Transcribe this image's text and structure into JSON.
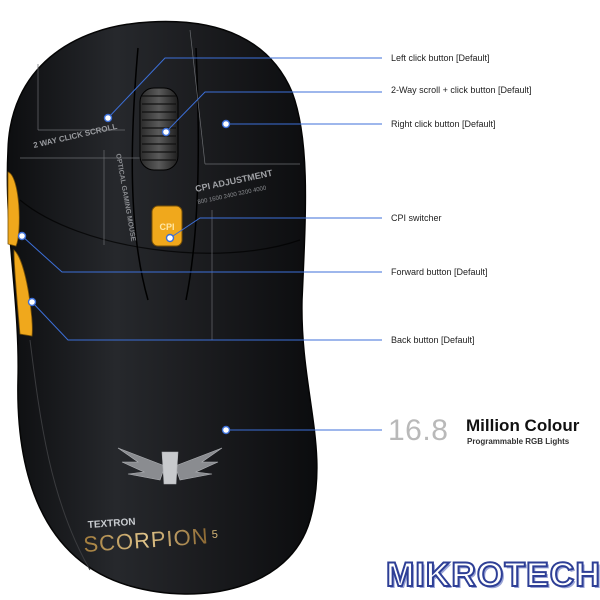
{
  "callouts": [
    {
      "id": "left-click",
      "label": "Left click button [Default]"
    },
    {
      "id": "scroll",
      "label": "2-Way scroll + click button [Default]"
    },
    {
      "id": "right-click",
      "label": "Right click button [Default]"
    },
    {
      "id": "cpi",
      "label": "CPI switcher"
    },
    {
      "id": "forward",
      "label": "Forward button [Default]"
    },
    {
      "id": "back",
      "label": "Back button [Default]"
    }
  ],
  "feature": {
    "number": "16.8",
    "headline": "Million Colour",
    "subline": "Programmable RGB Lights"
  },
  "mouse_print": {
    "scroll_label": "2 WAY CLICK SCROLL",
    "sensor_label": "OPTICAL GAMING MOUSE",
    "cpi_title": "CPI ADJUSTMENT",
    "cpi_values": "800 1600 2400 3200 4000",
    "cpi_button": "CPI",
    "brand_small": "TEXTRON",
    "brand_large": "SCORPION",
    "brand_suffix": "5"
  },
  "watermark": "MIKROTECH",
  "colors": {
    "accent_blue": "#3c6fd8",
    "button_yellow": "#f0a81c",
    "body_dark": "#1b1c1f",
    "logo_blue": "#2e3f96"
  }
}
